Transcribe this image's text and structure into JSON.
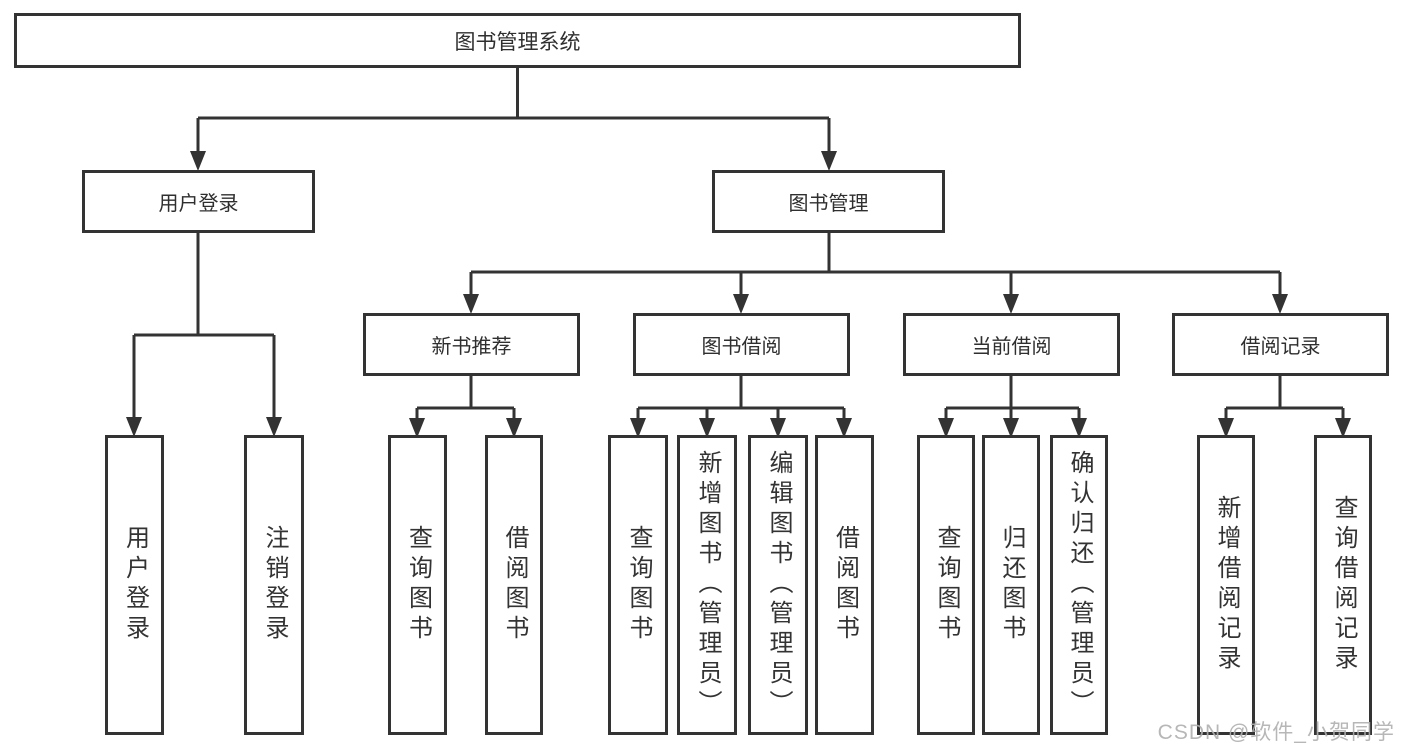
{
  "diagram": {
    "root": {
      "label": "图书管理系统"
    },
    "level2": [
      {
        "label": "用户登录"
      },
      {
        "label": "图书管理"
      }
    ],
    "level3": [
      {
        "label": "新书推荐"
      },
      {
        "label": "图书借阅"
      },
      {
        "label": "当前借阅"
      },
      {
        "label": "借阅记录"
      }
    ],
    "leaves": [
      {
        "label": "用户登录"
      },
      {
        "label": "注销登录"
      },
      {
        "label": "查询图书"
      },
      {
        "label": "借阅图书"
      },
      {
        "label": "查询图书"
      },
      {
        "label": "新增图书（管理员）"
      },
      {
        "label": "编辑图书（管理员）"
      },
      {
        "label": "借阅图书"
      },
      {
        "label": "查询图书"
      },
      {
        "label": "归还图书"
      },
      {
        "label": "确认归还（管理员）"
      },
      {
        "label": "新增借阅记录"
      },
      {
        "label": "查询借阅记录"
      }
    ],
    "watermark": {
      "text": "CSDN @软件_小贺同学"
    },
    "colors": {
      "line": "#333333",
      "box_background": "#ffffff",
      "text": "#2f2f2f",
      "watermark": "#afafaf"
    }
  }
}
